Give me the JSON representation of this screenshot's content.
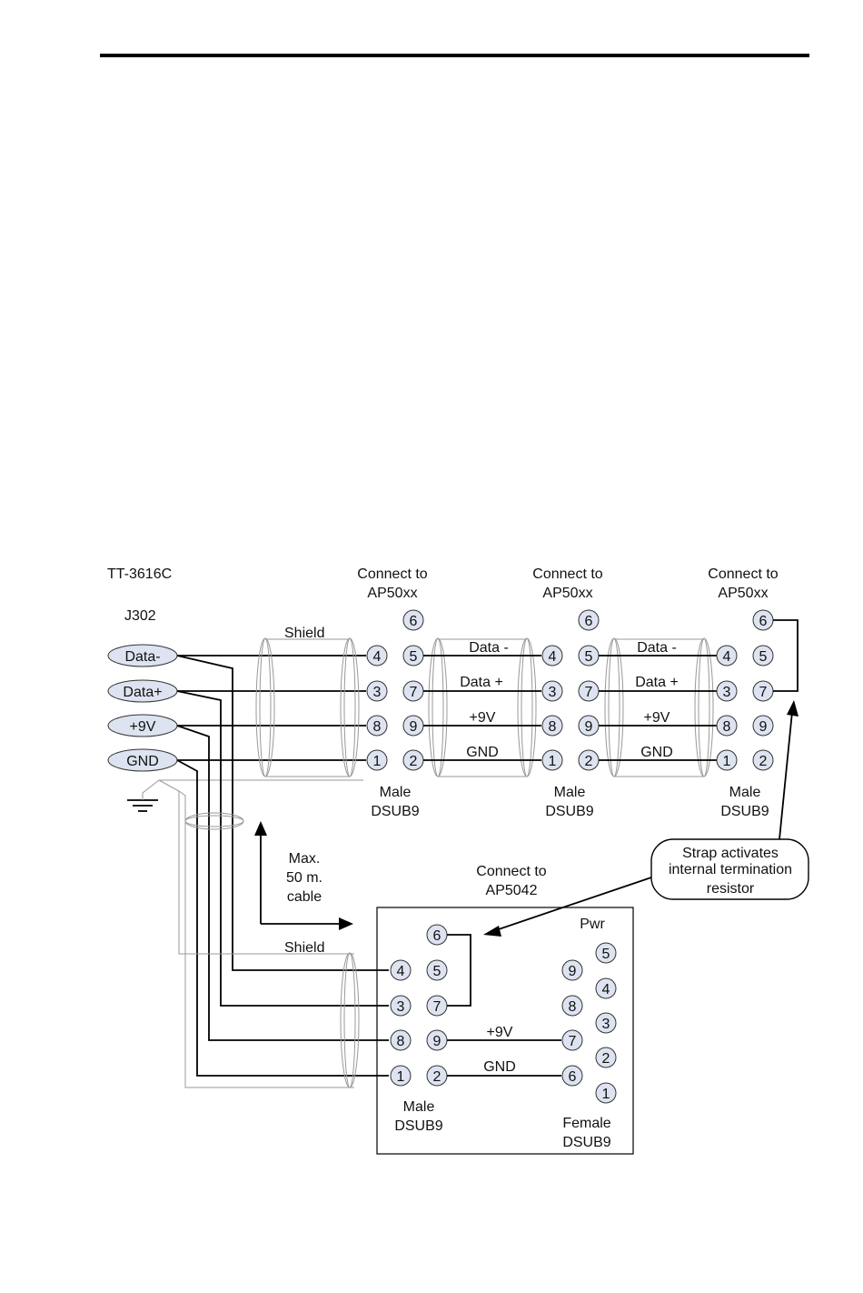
{
  "device": {
    "name": "TT-3616C",
    "connector": "J302"
  },
  "signals": [
    "Data-",
    "Data+",
    "+9V",
    "GND"
  ],
  "connect_label": "Connect to",
  "ap50xx": "AP50xx",
  "ap5042": "AP5042",
  "shield_label": "Shield",
  "male": "Male",
  "female": "Female",
  "dsub9": "DSUB9",
  "pwr_label": "Pwr",
  "link_labels": {
    "data_minus": "Data -",
    "data_plus": "Data +",
    "p9v": "+9V",
    "gnd": "GND"
  },
  "cable_note": [
    "Max.",
    "50 m.",
    "cable"
  ],
  "strap_note": [
    "Strap activates",
    "internal termination",
    "resistor"
  ],
  "pins": {
    "ap50xx": [
      "6",
      "4",
      "5",
      "3",
      "7",
      "8",
      "9",
      "1",
      "2"
    ],
    "ap5042_male": [
      "6",
      "4",
      "5",
      "3",
      "7",
      "8",
      "9",
      "1",
      "2"
    ],
    "ap5042_pwr_left": [
      "9",
      "8",
      "7",
      "6"
    ],
    "ap5042_pwr_right": [
      "5",
      "4",
      "3",
      "2",
      "1"
    ]
  }
}
